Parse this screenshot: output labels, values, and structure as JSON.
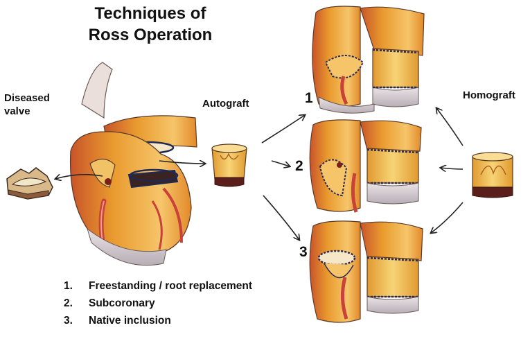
{
  "title_line1": "Techniques of",
  "title_line2": "Ross Operation",
  "labels": {
    "diseased_valve_line1": "Diseased",
    "diseased_valve_line2": "valve",
    "autograft": "Autograft",
    "homograft": "Homograft"
  },
  "techniques": [
    {
      "number": "1",
      "list_number": "1.",
      "name": "Freestanding / root replacement"
    },
    {
      "number": "2",
      "list_number": "2.",
      "name": "Subcoronary"
    },
    {
      "number": "3",
      "list_number": "3.",
      "name": "Native inclusion"
    }
  ],
  "colors": {
    "tissue_orange": "#e99a2e",
    "tissue_light": "#f6c56a",
    "vessel_red": "#c8413a",
    "graft_yellow": "#f2c75c",
    "graft_rim": "#5a1f1a",
    "suture": "#2a2a55",
    "arrow": "#222222"
  },
  "icons": [
    "arrow-icon",
    "suture-icon"
  ]
}
